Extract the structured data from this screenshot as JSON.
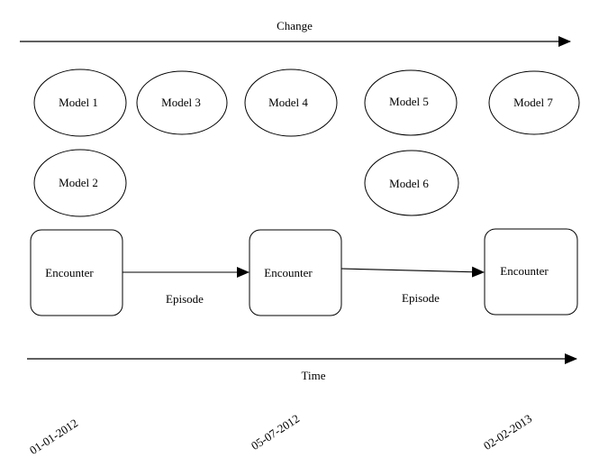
{
  "change_label": "Change",
  "time_label": "Time",
  "models": [
    {
      "label": "Model 1"
    },
    {
      "label": "Model 2"
    },
    {
      "label": "Model 3"
    },
    {
      "label": "Model 4"
    },
    {
      "label": "Model 5"
    },
    {
      "label": "Model 6"
    },
    {
      "label": "Model 7"
    }
  ],
  "encounters": [
    {
      "label": "Encounter"
    },
    {
      "label": "Encounter"
    },
    {
      "label": "Encounter"
    }
  ],
  "episodes": [
    {
      "label": "Episode"
    },
    {
      "label": "Episode"
    }
  ],
  "dates": [
    "01-01-2012",
    "05-07-2012",
    "02-02-2013"
  ]
}
